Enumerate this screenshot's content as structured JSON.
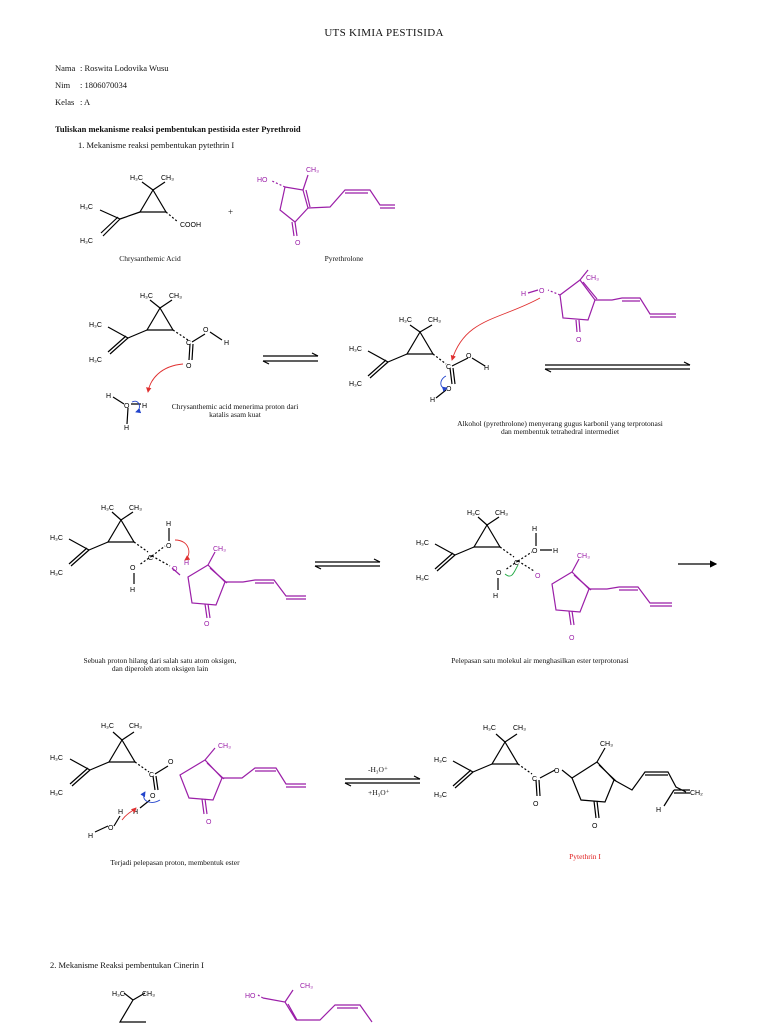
{
  "title": "UTS KIMIA PESTISIDA",
  "student": {
    "nama_label": "Nama",
    "nama_value": ": Roswita Lodovika Wusu",
    "nim_label": "Nim",
    "nim_value": ": 1806070034",
    "kelas_label": "Kelas",
    "kelas_value": ": A"
  },
  "question": "Tuliskan mekanisme reaksi pembentukan pestisida ester Pyrethroid",
  "section1": "1. Mekanisme reaksi pembentukan pytethrin I",
  "section2": "2. Mekanisme Reaksi pembentukan Cinerin I",
  "captions": {
    "chrysanthemic": "Chrysanthemic Acid",
    "pyrethrolone": "Pyrethrolone",
    "step1_line1": "Chrysanthemic acid menerima proton dari",
    "step1_line2": "katalis asam kuat",
    "step2_line1": "Alkohol (pyrethrolone) menyerang gugus karbonil yang terprotonasi",
    "step2_line2": "dan membentuk tetrahedral intermediet",
    "step3_line1": "Sebuah proton hilang dari salah satu atom oksigen,",
    "step3_line2": "dan diperoleh atom oksigen lain",
    "step4": "Pelepasan satu molekul air menghasilkan ester terprotonasi",
    "step5": "Terjadi pelepasan proton, membentuk ester",
    "product": "Pytethrin I"
  },
  "equilibrium": {
    "minus": "-H₃O⁺",
    "plus": "+H₃O⁺"
  },
  "plus_sign": "+",
  "chem": {
    "h3c": "H₃C",
    "ch3": "CH₃",
    "cooh": "COOH",
    "ho": "HO",
    "o": "O",
    "c": "C",
    "h": "H",
    "ch2": "CH₂",
    "o_lone": "¨O¨"
  },
  "colors": {
    "purple": "#9b1fa8",
    "red_arrow": "#e03030",
    "blue_arrow": "#2244cc",
    "green_arrow": "#22aa44"
  }
}
